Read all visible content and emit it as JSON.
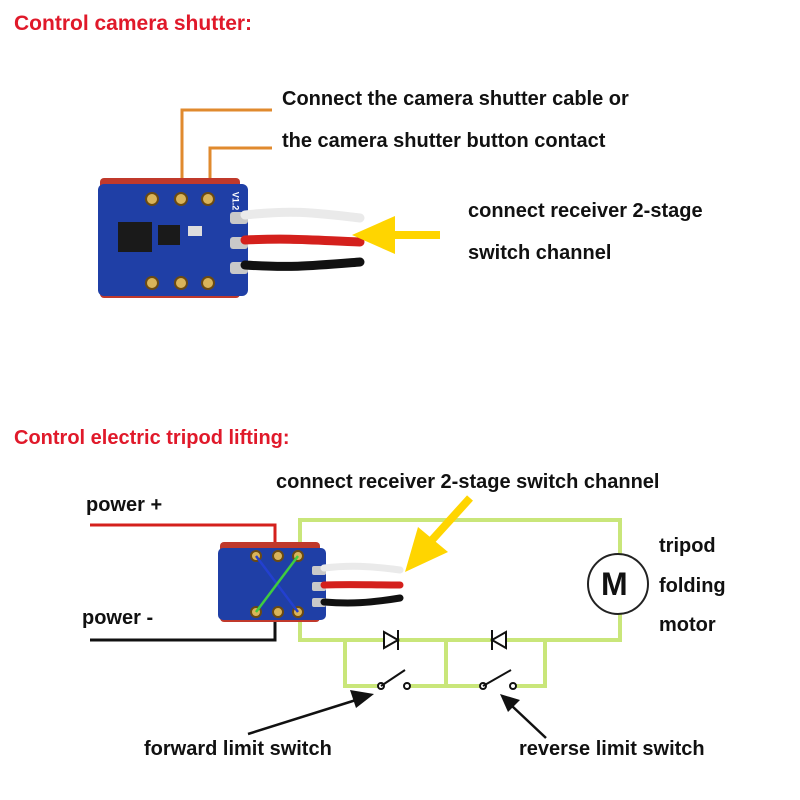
{
  "section1": {
    "title": "Control camera shutter:",
    "note_line1": "Connect the camera shutter cable or",
    "note_line2": "the camera shutter button contact",
    "receiver_line1": "connect receiver 2-stage",
    "receiver_line2": "switch channel"
  },
  "section2": {
    "title": "Control electric tripod lifting:",
    "receiver_label": "connect receiver 2-stage switch channel",
    "power_plus": "power +",
    "power_minus": "power -",
    "motor_symbol": "M",
    "motor_line1": "tripod",
    "motor_line2": "folding",
    "motor_line3": "motor",
    "forward_switch": "forward limit switch",
    "reverse_switch": "reverse limit switch"
  },
  "board_marking": "V1.2",
  "colors": {
    "title_red": "#e0192a",
    "arrow_yellow": "#ffd500",
    "wire_green": "#c9e67a",
    "lead_orange": "#e08a2e",
    "pcb_blue": "#1f3fa6"
  }
}
